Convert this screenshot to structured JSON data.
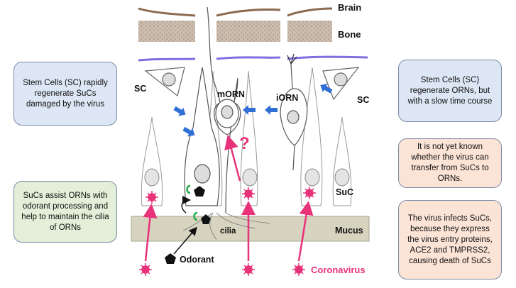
{
  "labels": {
    "brain": "Brain",
    "bone": "Bone",
    "sc_left": "SC",
    "sc_right": "SC",
    "morn": "mORN",
    "iorn": "iORN",
    "question": "?",
    "suc": "SuC",
    "mucus": "Mucus",
    "cilia": "cilia",
    "odorant": "Odorant",
    "coronavirus": "Coronavirus"
  },
  "notes": {
    "stem_left": "Stem Cells (SC) rapidly regenerate SuCs damaged by the virus",
    "stem_right": "Stem Cells (SC) regenerate ORNs, but with a slow time course",
    "not_known": "It is not yet known whether the virus can transfer from SuCs to ORNs.",
    "suc_assist": "SuCs assist ORNs with odorant processing and help to maintain the cilia of ORNs",
    "virus_infects": "The virus infects SuCs, because they express the virus entry proteins, ACE2 and TMPRSS2, causing death of SuCs"
  },
  "colors": {
    "virus": "#e8337b",
    "arrow_blue": "#2f6fd6",
    "membrane": "#7d6fe0",
    "bone": "#c9b8a8",
    "mucus": "#d6d3bf",
    "brain_line": "#8b6a4f"
  }
}
